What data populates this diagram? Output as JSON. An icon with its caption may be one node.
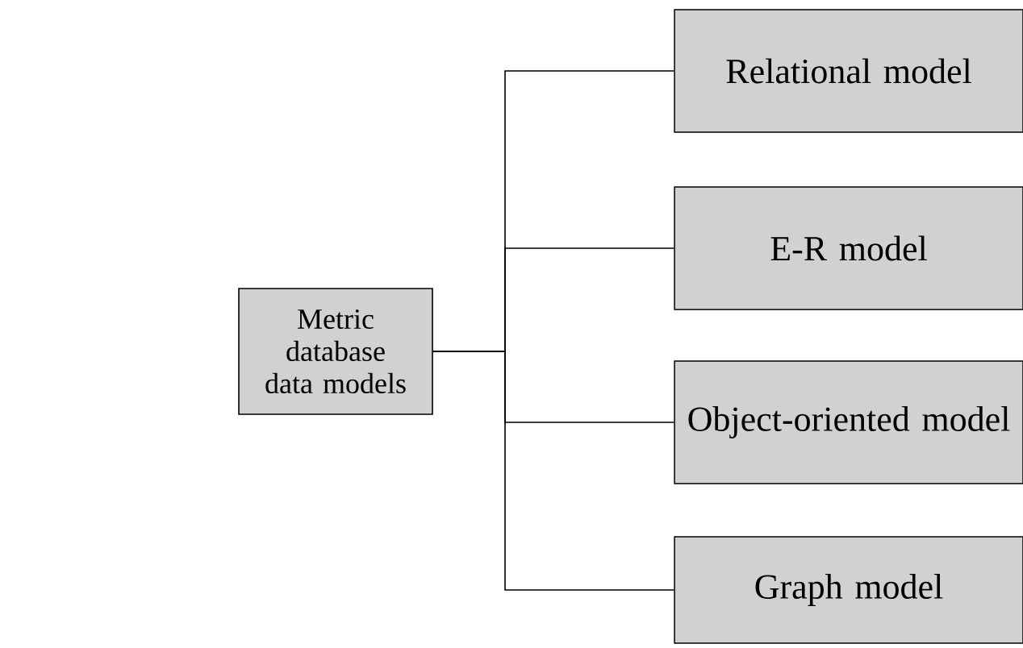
{
  "diagram": {
    "nodes": [
      {
        "text": [
          "Metric database data models"
        ]
      },
      {
        "text": [
          "Relational model"
        ]
      },
      {
        "text": [
          "E-R model"
        ]
      },
      {
        "text": [
          "Object-oriented model"
        ]
      },
      {
        "text": [
          "Graph model"
        ]
      }
    ],
    "edges": [
      {
        "from": 0,
        "to": 1,
        "arrow": "none"
      },
      {
        "from": 0,
        "to": 2,
        "arrow": "none"
      },
      {
        "from": 0,
        "to": 3,
        "arrow": "none"
      },
      {
        "from": 0,
        "to": 4,
        "arrow": "none"
      }
    ]
  }
}
